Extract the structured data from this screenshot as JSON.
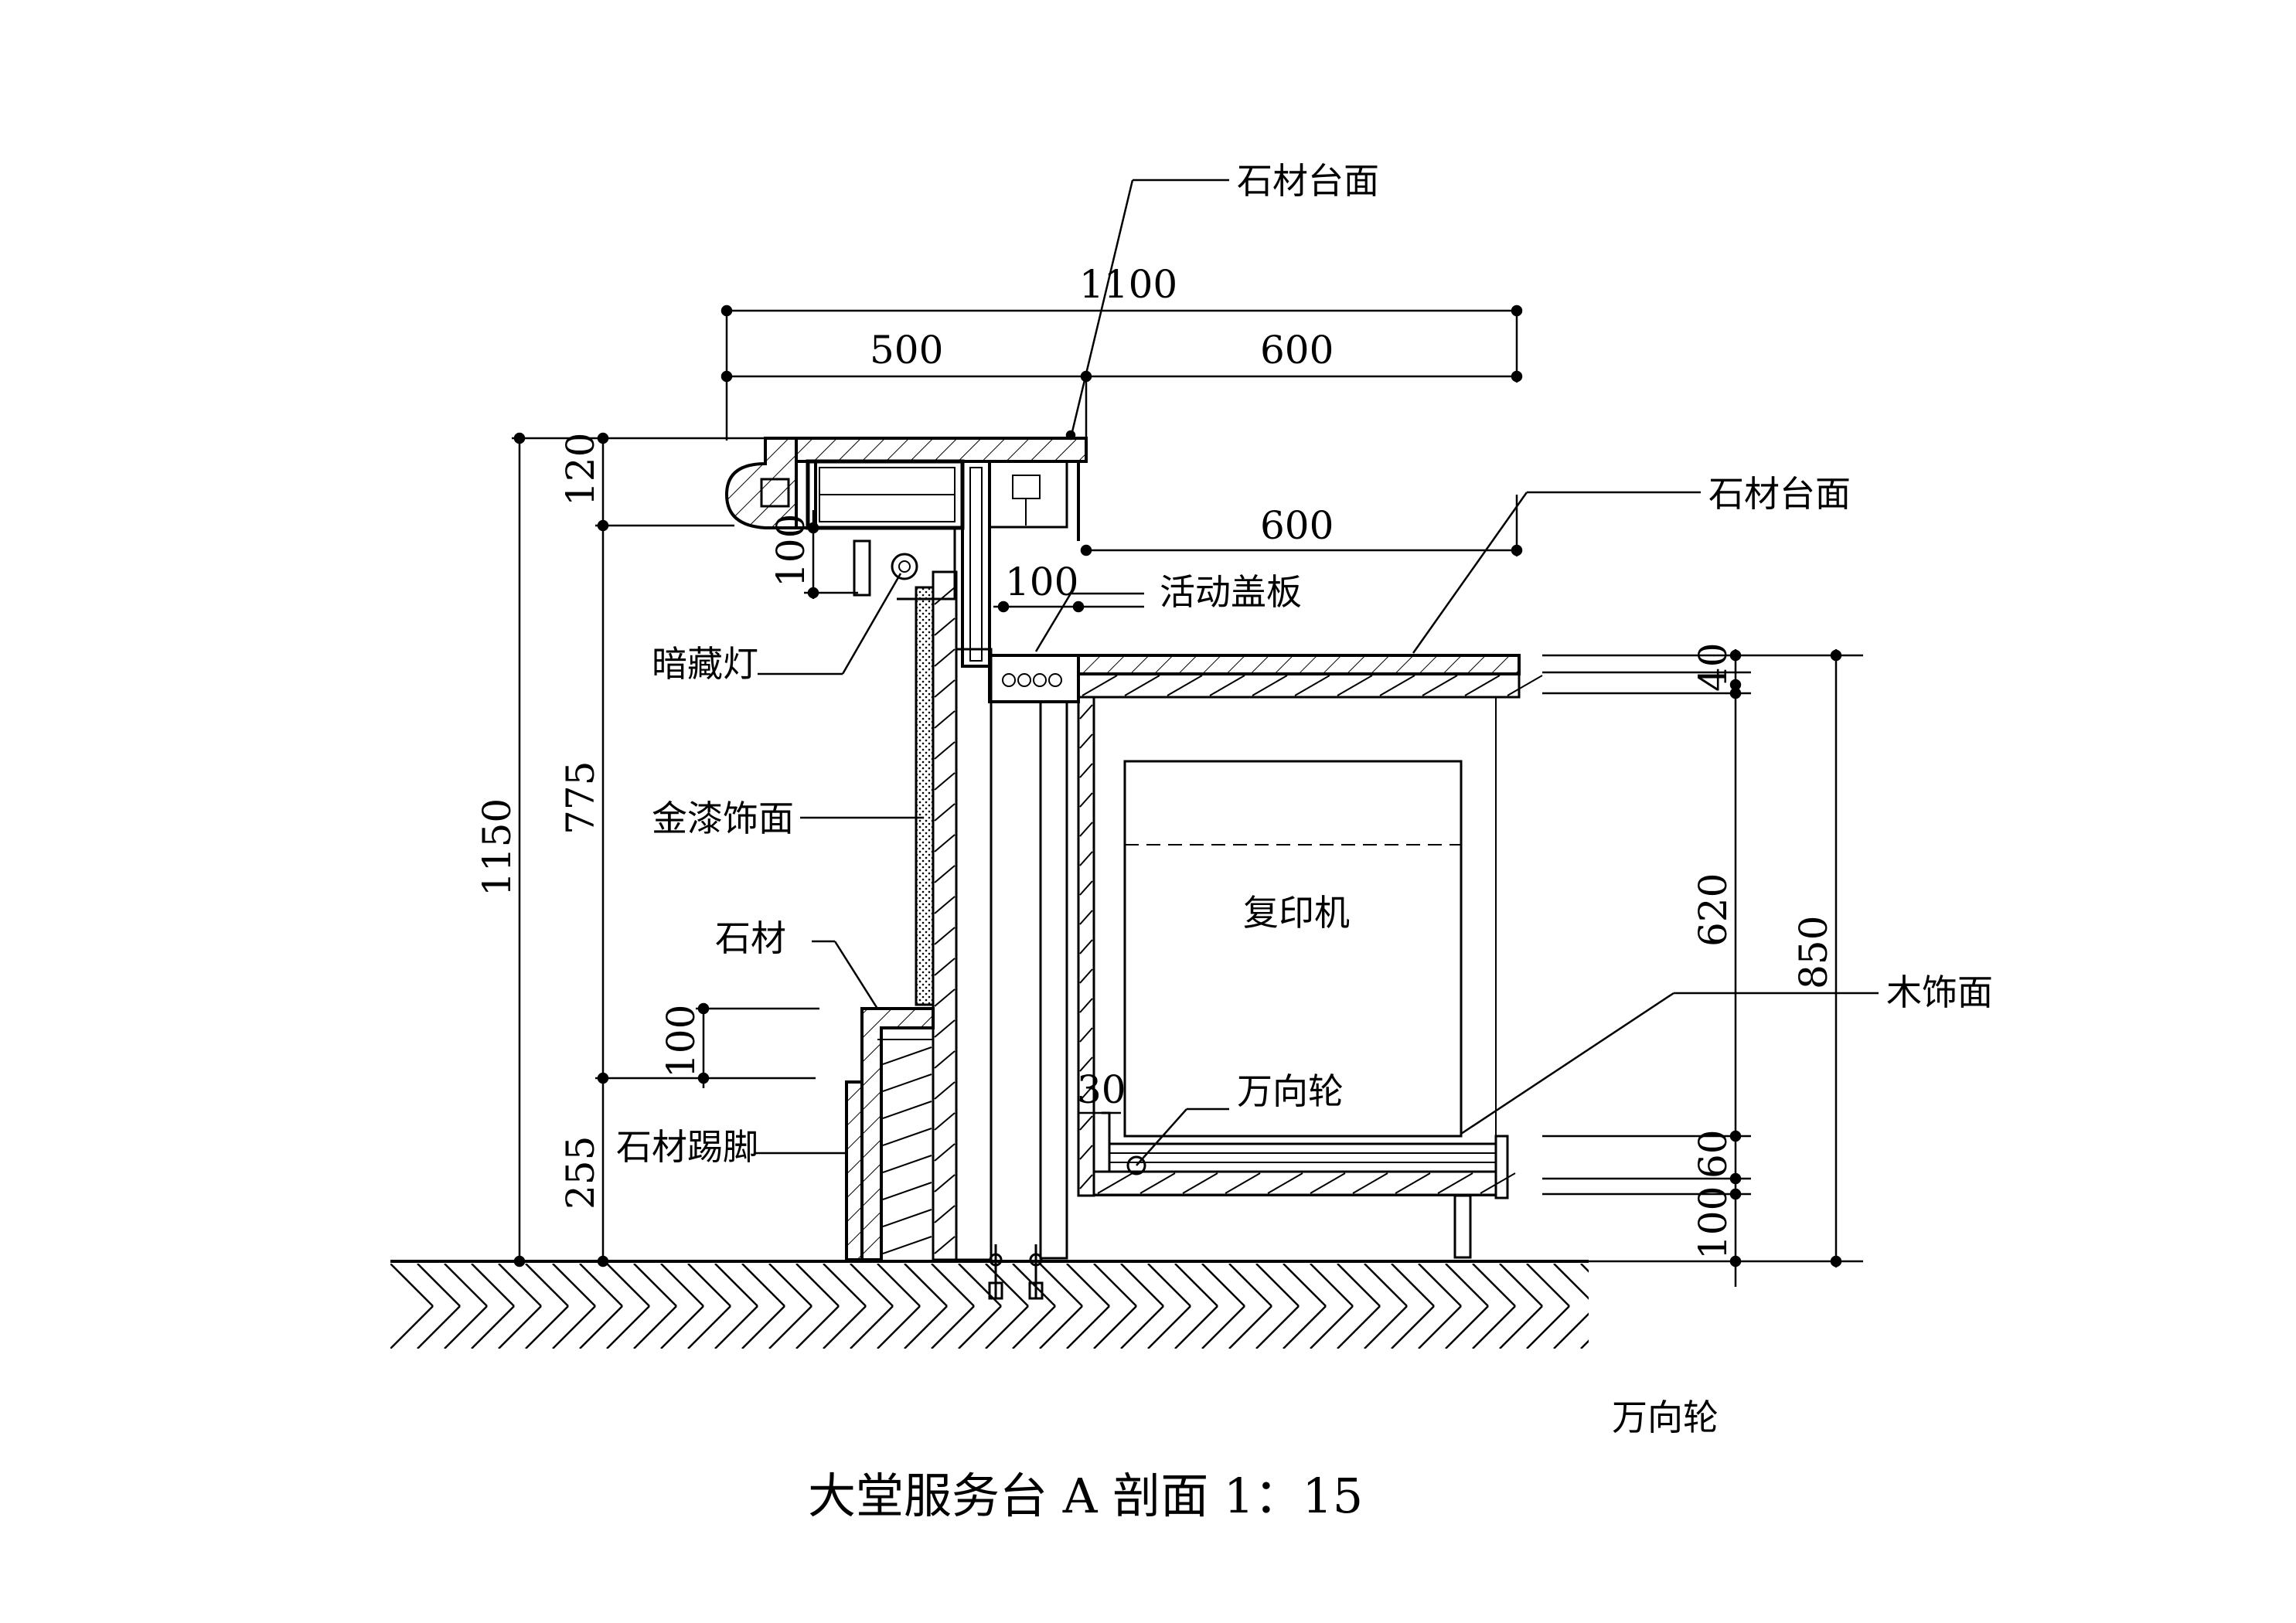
{
  "drawing": {
    "title": "大堂服务台 A 剖面 1：15",
    "labels": {
      "stone_top_upper": "石材台面",
      "stone_top_lower": "石材台面",
      "movable_cover": "活动盖板",
      "hidden_light": "暗藏灯",
      "gold_paint": "金漆饰面",
      "stone": "石材",
      "stone_skirting": "石材踢脚",
      "copier": "复印机",
      "wood_finish": "木饰面",
      "caster": "万向轮",
      "caster_note": "万向轮"
    },
    "dimensions": {
      "top_total": "1100",
      "top_left": "500",
      "top_right": "600",
      "desk_width": "600",
      "slot": "100",
      "left_total": "1150",
      "left_top": "120",
      "left_mid": "775",
      "left_bottom": "255",
      "inner_100_upper": "100",
      "inner_100_lower": "100",
      "right_total": "850",
      "right_40": "40",
      "right_620": "620",
      "right_60": "60",
      "right_100": "100",
      "caster_offset": "30"
    }
  }
}
